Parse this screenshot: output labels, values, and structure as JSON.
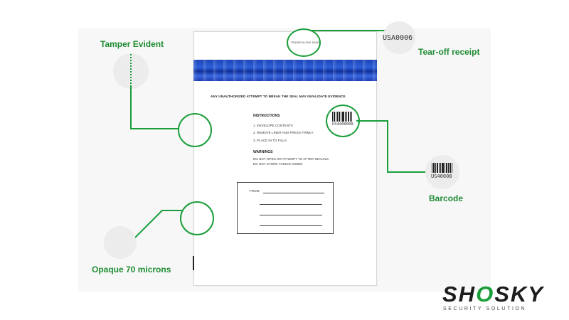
{
  "bag": {
    "warning_line": "ANY UNAUTHORIZED ATTEMPT TO BREAK THE SEAL MAY INVALIDATE EVIDENCE",
    "seal_text": "TENDER ALONG DASH",
    "instructions_title": "INSTRUCTIONS",
    "instructions": [
      "1. ENVELOPE CONTENTS",
      "2. REMOVE LINER AND PRESS FIRMLY",
      "3. PLACE IN TO FILLS"
    ],
    "warnings_title": "WARNINGS",
    "warnings": [
      "DO NOT OPEN OR ATTEMPT TO AFTER SEALING",
      "DO NOT STORE THINGS INSIDE"
    ],
    "from_label": "FROM",
    "barcode_number": "US4400008"
  },
  "callouts": {
    "tamper_evident": "Tamper Evident",
    "tear_off_receipt": "Tear-off receipt",
    "receipt_code": "USA0006",
    "barcode": "Barcode",
    "barcode_number": "US40008",
    "opaque": "Opaque 70 microns"
  },
  "brand": {
    "name_before": "SH",
    "name_o": "O",
    "name_after": "SKY",
    "tagline": "SECURITY SOLUTION"
  },
  "colors": {
    "accent_green": "#1a9e3a",
    "seal_blue": "#1f4cc4"
  }
}
